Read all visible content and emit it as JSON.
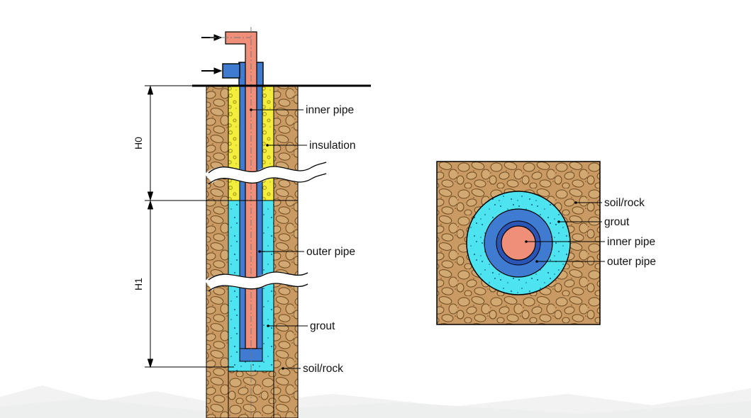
{
  "figure": {
    "vertical_section": {
      "dims": {
        "upper": "H0",
        "lower": "H1"
      },
      "callouts": {
        "inner_pipe": "inner pipe",
        "insulation": "insulation",
        "outer_pipe": "outer pipe",
        "grout": "grout",
        "soil_rock": "soil/rock"
      }
    },
    "cross_section": {
      "callouts": {
        "soil_rock": "soil/rock",
        "grout": "grout",
        "inner_pipe": "inner pipe",
        "outer_pipe": "outer pipe"
      }
    },
    "palette": {
      "soil": "#c99a64",
      "soil_stone_outline": "#6e4a1e",
      "grout": "#4de4ef",
      "insulation": "#f3ee3d",
      "pipe_blue": "#3f7bd0",
      "inner_pipe_wall": "#2a55b5",
      "inner_pipe_fluid": "#ef8f79",
      "line": "#000000"
    }
  }
}
